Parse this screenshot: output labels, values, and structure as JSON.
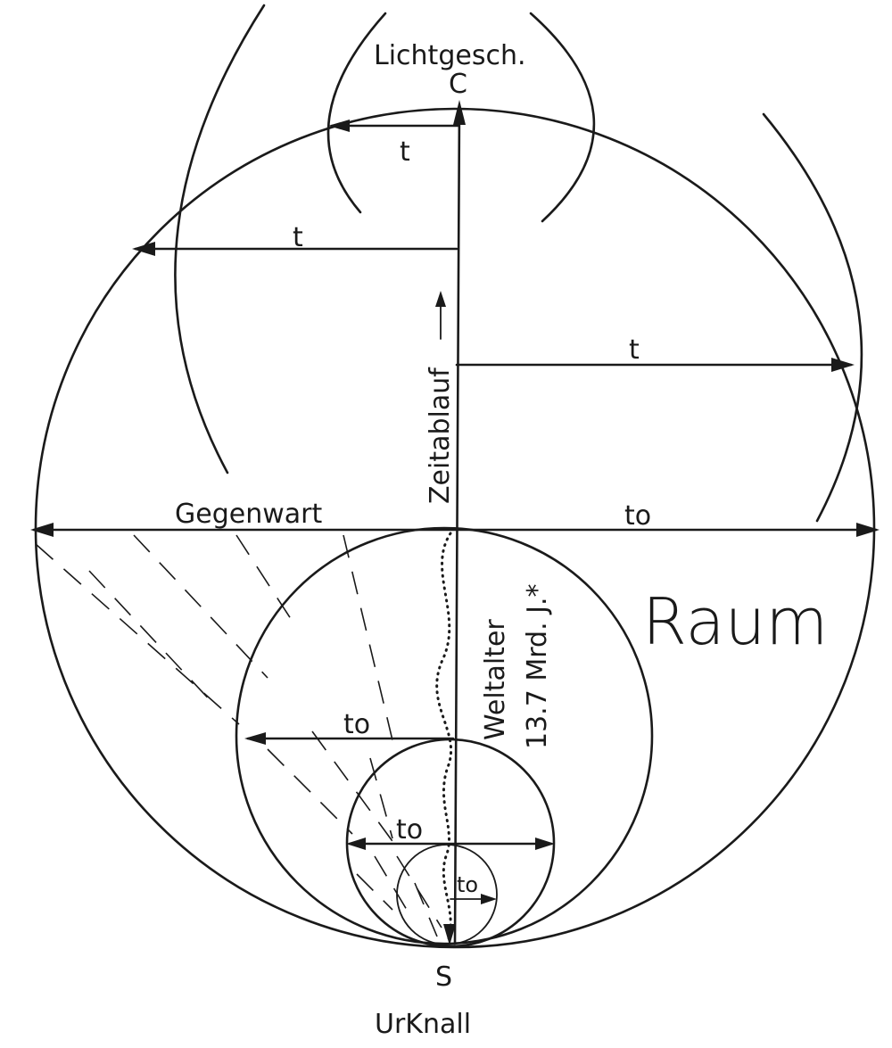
{
  "labels": {
    "light_cone": "Lichtgesch.",
    "point_c": "C",
    "t_top": "t",
    "t_left": "t",
    "t_right": "t",
    "time_flow": "Zeitablauf",
    "present": "Gegenwart",
    "t0_right": "to",
    "space": "Raum",
    "world_age": "Weltalter",
    "world_age_value": "13.7 Mrd. J.*",
    "t0_mid": "to",
    "t0_small": "to",
    "t0_tiny": "to",
    "point_s": "S",
    "big_bang": "UrKnall"
  }
}
